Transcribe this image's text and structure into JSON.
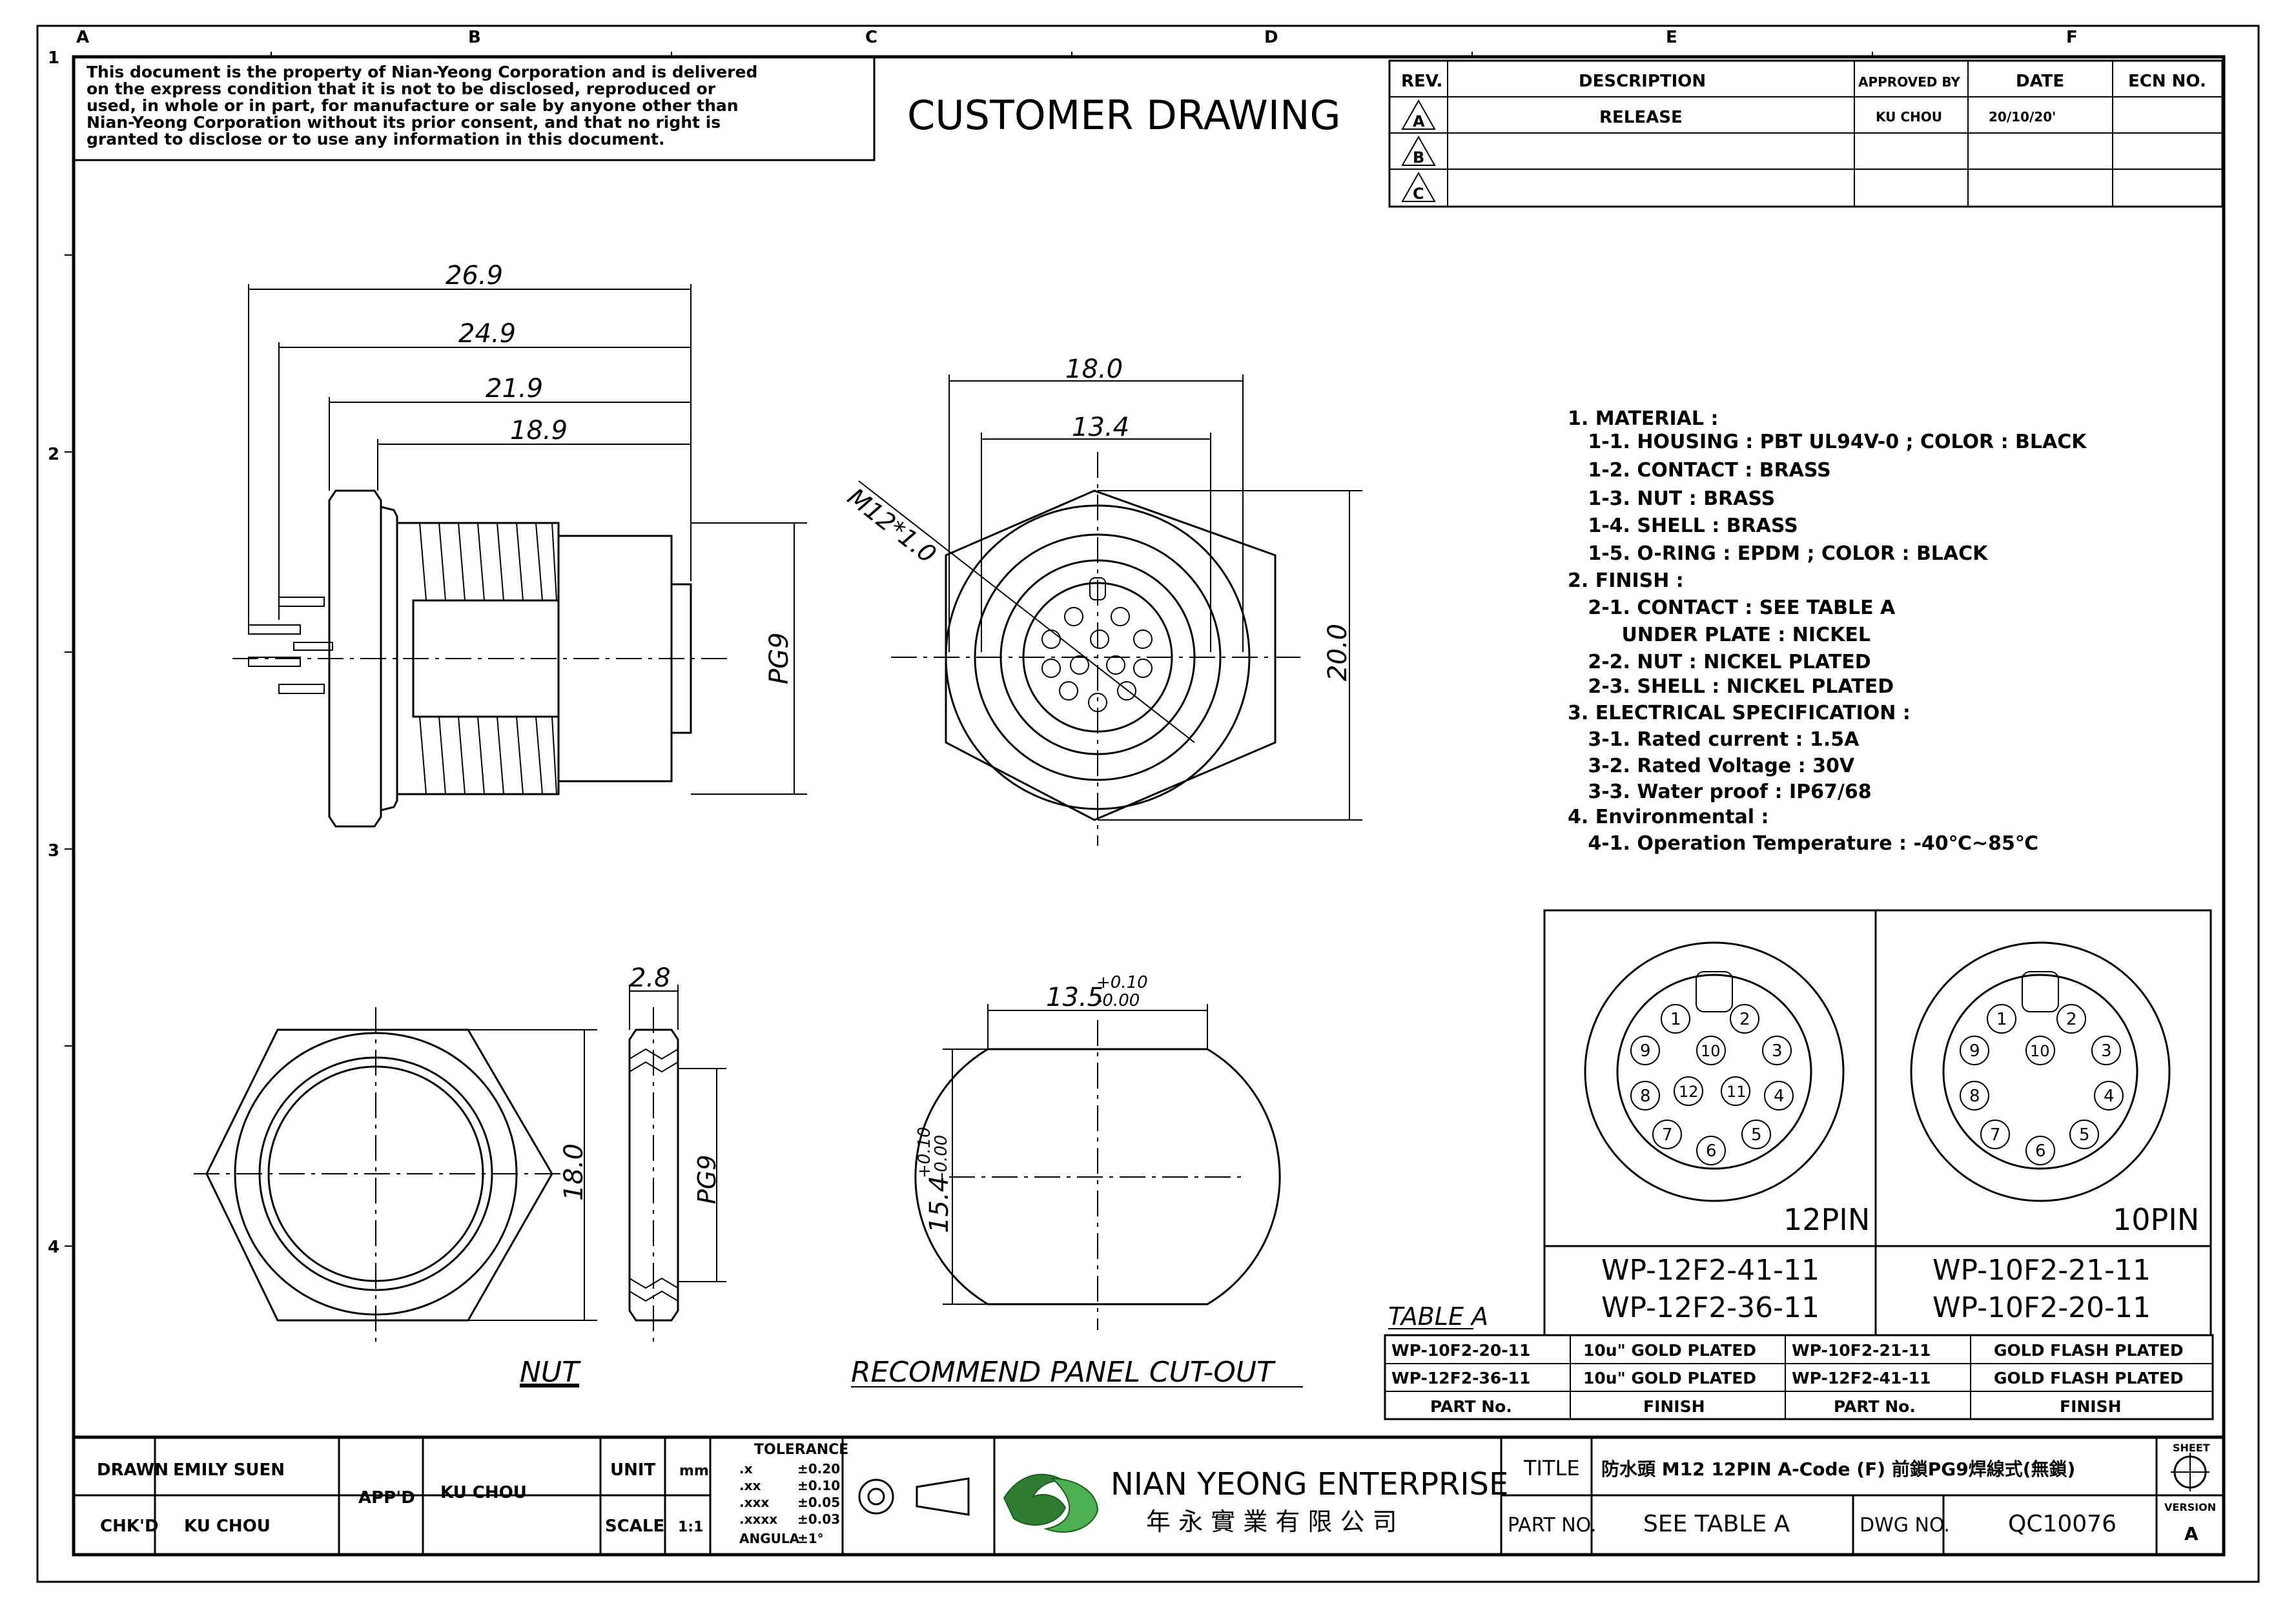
{
  "zone_columns": [
    "A",
    "B",
    "C",
    "D",
    "E",
    "F"
  ],
  "zone_rows": [
    "1",
    "2",
    "3",
    "4"
  ],
  "disclaimer": [
    "This document is the property of Nian-Yeong Corporation and is delivered",
    "on  the  express condition that it is not to be disclosed, reproduced or",
    "used, in whole or in part, for manufacture or sale by anyone other than",
    "Nian-Yeong Corporation without  its prior consent, and that  no right  is",
    "granted to disclose or to use any information in this  document."
  ],
  "drawing_title": "CUSTOMER  DRAWING",
  "revision_table": {
    "headers": [
      "REV.",
      "DESCRIPTION",
      "APPROVED BY",
      "DATE",
      "ECN NO."
    ],
    "rows": [
      {
        "rev": "A",
        "description": "RELEASE",
        "approved_by": "KU CHOU",
        "date": "20/10/20'",
        "ecn": ""
      },
      {
        "rev": "B",
        "description": "",
        "approved_by": "",
        "date": "",
        "ecn": ""
      },
      {
        "rev": "C",
        "description": "",
        "approved_by": "",
        "date": "",
        "ecn": ""
      }
    ]
  },
  "dimensions": {
    "side_26_9": "26.9",
    "side_24_9": "24.9",
    "side_21_9": "21.9",
    "side_18_9": "18.9",
    "side_pg9": "PG9",
    "front_18_0": "18.0",
    "front_13_4": "13.4",
    "front_m12": "M12*1.0",
    "front_20_0": "20.0",
    "nut_2_8": "2.8",
    "nut_18_0": "18.0",
    "nut_pg9": "PG9",
    "cutout_w": "13.5",
    "cutout_w_tol_plus": "+0.10",
    "cutout_w_tol_minus": "-0.00",
    "cutout_h": "15.4",
    "cutout_h_tol_plus": "+0.10",
    "cutout_h_tol_minus": "-0.00"
  },
  "view_labels": {
    "nut": "NUT",
    "cutout": "RECOMMEND  PANEL  CUT-OUT"
  },
  "spec_notes": [
    "1. MATERIAL :",
    "   1-1. HOUSING : PBT UL94V-0 ; COLOR : BLACK",
    "   1-2. CONTACT : BRASS",
    "   1-3. NUT : BRASS",
    "   1-4. SHELL : BRASS",
    "   1-5. O-RING : EPDM ; COLOR : BLACK",
    "2. FINISH :",
    "   2-1. CONTACT : SEE TABLE A",
    "        UNDER PLATE : NICKEL",
    "   2-2. NUT : NICKEL PLATED",
    "   2-3. SHELL : NICKEL PLATED",
    "3. ELECTRICAL SPECIFICATION :",
    "   3-1. Rated current : 1.5A",
    "   3-2. Rated Voltage : 30V",
    "   3-3. Water proof : IP67/68",
    "4. Environmental :",
    "   4-1. Operation Temperature : -40℃~85℃"
  ],
  "pinouts": [
    {
      "label": "12PIN",
      "parts": [
        "WP-12F2-41-11",
        "WP-12F2-36-11"
      ],
      "pins": [
        "1",
        "2",
        "3",
        "4",
        "5",
        "6",
        "7",
        "8",
        "9",
        "10",
        "11",
        "12"
      ]
    },
    {
      "label": "10PIN",
      "parts": [
        "WP-10F2-21-11",
        "WP-10F2-20-11"
      ],
      "pins": [
        "1",
        "2",
        "3",
        "4",
        "5",
        "6",
        "7",
        "8",
        "9",
        "10"
      ]
    }
  ],
  "table_a": {
    "title": "TABLE A",
    "rows": [
      [
        "WP-10F2-20-11",
        "10u\" GOLD PLATED",
        "WP-10F2-21-11",
        "GOLD FLASH PLATED"
      ],
      [
        "WP-12F2-36-11",
        "10u\" GOLD PLATED",
        "WP-12F2-41-11",
        "GOLD FLASH PLATED"
      ]
    ],
    "headers": [
      "PART No.",
      "FINISH",
      "PART No.",
      "FINISH"
    ]
  },
  "title_block": {
    "drawn_label": "DRAWN",
    "drawn": "EMILY SUEN",
    "chkd_label": "CHK'D",
    "chkd": "KU CHOU",
    "appd_label": "APP'D",
    "appd": "KU CHOU",
    "unit_label": "UNIT",
    "unit": "mm",
    "scale_label": "SCALE",
    "scale": "1:1",
    "tolerance_title": "TOLERANCE",
    "tolerances": [
      [
        ".x",
        "±0.20"
      ],
      [
        ".xx",
        "±0.10"
      ],
      [
        ".xxx",
        "±0.05"
      ],
      [
        ".xxxx",
        "±0.03"
      ],
      [
        "ANGULA",
        "±1°"
      ]
    ],
    "company_en": "NIAN YEONG ENTERPRISE",
    "company_zh": "年 永 實 業 有 限 公 司",
    "title_label": "TITLE",
    "title": "防水頭 M12 12PIN A-Code (F) 前鎖PG9焊線式(無鎖)",
    "part_no_label": "PART NO.",
    "part_no": "SEE TABLE A",
    "dwg_no_label": "DWG NO.",
    "dwg_no": "QC10076",
    "sheet_label": "SHEET",
    "version_label": "VERSION",
    "version": "A"
  }
}
